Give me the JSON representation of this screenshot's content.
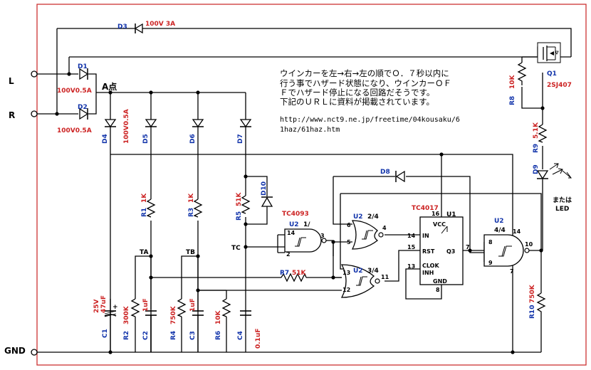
{
  "terminals": {
    "l": "L",
    "r": "R",
    "gnd": "GND"
  },
  "point_a": "A点",
  "note": {
    "line1": "ウインカーを左→右→左の順でＯ．７秒以内に",
    "line2": "行う事でハザード状態になり、ウインカーＯＦ",
    "line3": "Ｆでハザード停止になる回路だそうです。",
    "line4": "下記のＵＲＬに資料が掲載されています。",
    "url1": "http://www.nct9.ne.jp/freetime/04kousaku/6",
    "url2": "1haz/61haz.htm"
  },
  "components": {
    "d3": {
      "ref": "D3",
      "value": "100V 3A"
    },
    "d1": {
      "ref": "D1",
      "value": "100V0.5A"
    },
    "d2": {
      "ref": "D2",
      "value": "100V0.5A"
    },
    "d4": {
      "ref": "D4",
      "value": "100V0.5A"
    },
    "d5": {
      "ref": "D5"
    },
    "d6": {
      "ref": "D6"
    },
    "d7": {
      "ref": "D7"
    },
    "d8": {
      "ref": "D8"
    },
    "d9": {
      "ref": "D9"
    },
    "d10": {
      "ref": "D10"
    },
    "q1": {
      "ref": "Q1",
      "value": "2SJ407"
    },
    "r1": {
      "ref": "R1",
      "value": "1K"
    },
    "r2": {
      "ref": "R2",
      "value": "300K"
    },
    "r3": {
      "ref": "R3",
      "value": "1K"
    },
    "r4": {
      "ref": "R4",
      "value": "750K"
    },
    "r5": {
      "ref": "R5",
      "value": "51K"
    },
    "r6": {
      "ref": "R6",
      "value": "10K"
    },
    "r7": {
      "ref": "R7",
      "value": "51K"
    },
    "r8": {
      "ref": "R8",
      "value": "10K"
    },
    "r9": {
      "ref": "R9",
      "value": "5.1K"
    },
    "r10": {
      "ref": "R10",
      "value": "750K"
    },
    "c1": {
      "ref": "C1",
      "value1": "25V",
      "value2": "47uF"
    },
    "c2": {
      "ref": "C2",
      "value": "1uF"
    },
    "c3": {
      "ref": "C3",
      "value": "1uF"
    },
    "c4": {
      "ref": "C4",
      "value": "0.1uF"
    },
    "u1": {
      "ref": "U1",
      "part": "TC4017",
      "vcc": "VCC",
      "in": "IN",
      "rst": "RST",
      "q3": "Q3",
      "clok": "CLOK",
      "inh": "INH",
      "gnd": "GND"
    },
    "u2_1": {
      "ref": "U2",
      "part": "TC4093",
      "unit": "1/"
    },
    "u2_2": {
      "ref": "U2",
      "unit": "2/4"
    },
    "u2_3": {
      "ref": "U2",
      "unit": "3/4"
    },
    "u2_4": {
      "ref": "U2",
      "unit": "4/4"
    }
  },
  "nodes": {
    "ta": "TA",
    "tb": "TB",
    "tc": "TC"
  },
  "led_label": {
    "line1": "または",
    "line2": "LED"
  },
  "pins": {
    "p14a": "14",
    "p2": "2",
    "p3": "3",
    "p6": "6",
    "p5": "5",
    "p4": "4",
    "p13": "13",
    "p12": "12",
    "p11": "11",
    "p14b": "14",
    "p15": "15",
    "p16": "16",
    "p7": "7",
    "p13b": "13",
    "p8b": "8",
    "p8": "8",
    "p9": "9",
    "p10": "10",
    "p14c": "14",
    "p7b": "7"
  },
  "colors": {
    "frame": "#cc3333",
    "ref_blue": "#1133aa",
    "value_red": "#cc2222"
  }
}
